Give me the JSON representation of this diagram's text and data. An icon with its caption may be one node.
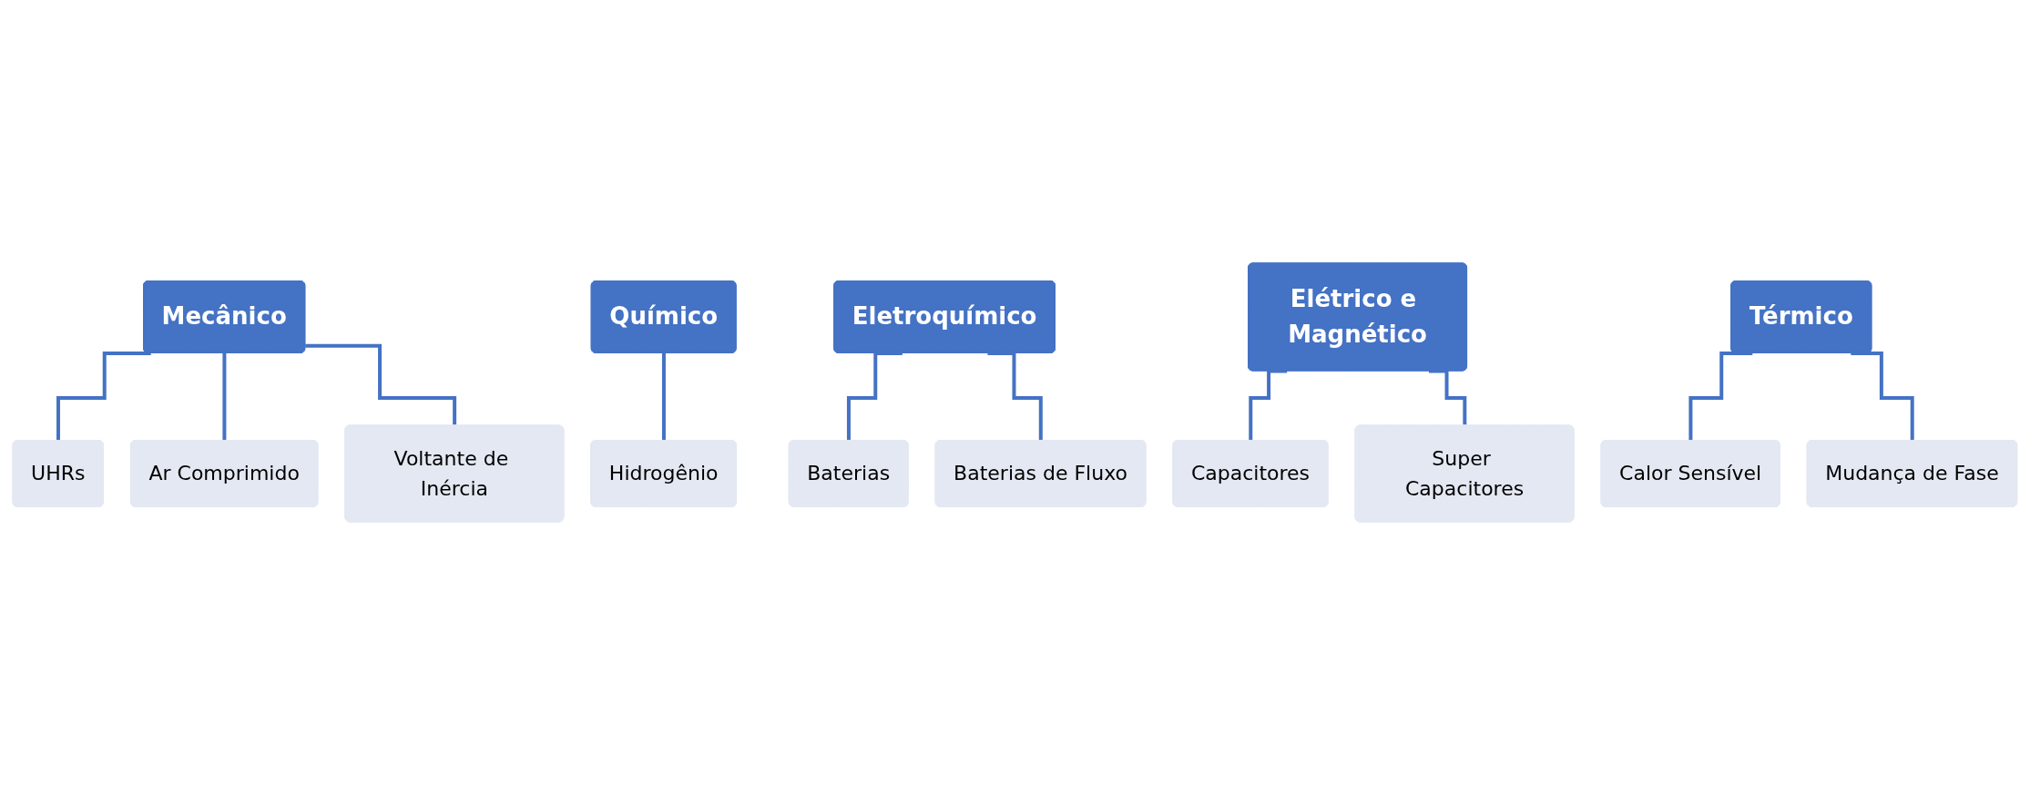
{
  "diagram": {
    "nodes": [
      {
        "text": [
          "Mecânico"
        ]
      },
      {
        "text": [
          "UHRs"
        ]
      },
      {
        "text": [
          "Ar Comprimido"
        ]
      },
      {
        "text": [
          "Voltante de Inércia"
        ]
      },
      {
        "text": [
          "Químico"
        ]
      },
      {
        "text": [
          "Hidrogênio"
        ]
      },
      {
        "text": [
          "Eletroquímico"
        ]
      },
      {
        "text": [
          "Baterias"
        ]
      },
      {
        "text": [
          "Baterias de Fluxo"
        ]
      },
      {
        "text": [
          "Elétrico e Magnético"
        ]
      },
      {
        "text": [
          "Capacitores"
        ]
      },
      {
        "text": [
          "Super Capacitores"
        ]
      },
      {
        "text": [
          "Térmico"
        ]
      },
      {
        "text": [
          "Calor Sensível"
        ]
      },
      {
        "text": [
          "Mudança de Fase"
        ]
      }
    ],
    "edges": [
      {
        "from": 0,
        "to": 1,
        "arrow": "none"
      },
      {
        "from": 0,
        "to": 2,
        "arrow": "none"
      },
      {
        "from": 0,
        "to": 3,
        "arrow": "none"
      },
      {
        "from": 4,
        "to": 5,
        "arrow": "none"
      },
      {
        "from": 6,
        "to": 7,
        "arrow": "none"
      },
      {
        "from": 6,
        "to": 8,
        "arrow": "none"
      },
      {
        "from": 9,
        "to": 10,
        "arrow": "none"
      },
      {
        "from": 9,
        "to": 11,
        "arrow": "none"
      },
      {
        "from": 12,
        "to": 13,
        "arrow": "none"
      },
      {
        "from": 12,
        "to": 14,
        "arrow": "none"
      }
    ]
  }
}
